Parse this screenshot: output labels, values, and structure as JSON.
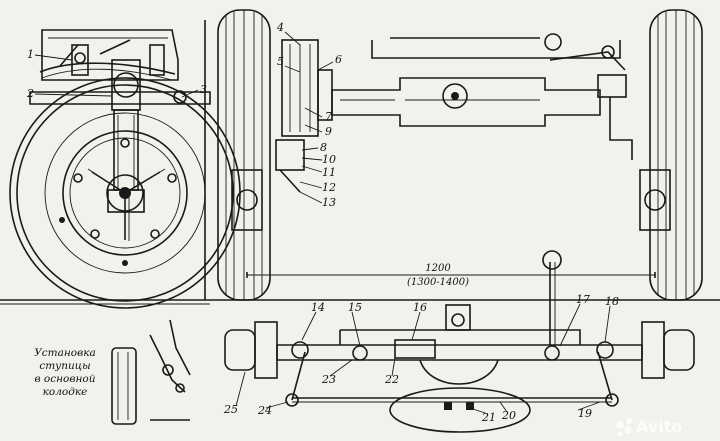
{
  "callouts": [
    {
      "n": "1"
    },
    {
      "n": "2"
    },
    {
      "n": "3"
    },
    {
      "n": "4"
    },
    {
      "n": "5"
    },
    {
      "n": "6"
    },
    {
      "n": "7"
    },
    {
      "n": "8"
    },
    {
      "n": "9"
    },
    {
      "n": "10"
    },
    {
      "n": "11"
    },
    {
      "n": "12"
    },
    {
      "n": "13"
    },
    {
      "n": "14"
    },
    {
      "n": "15"
    },
    {
      "n": "16"
    },
    {
      "n": "17"
    },
    {
      "n": "18"
    },
    {
      "n": "19"
    },
    {
      "n": "20"
    },
    {
      "n": "21"
    },
    {
      "n": "22"
    },
    {
      "n": "23"
    },
    {
      "n": "24"
    },
    {
      "n": "25"
    }
  ],
  "dimension": {
    "value": "1200",
    "range": "(1300-1400)"
  },
  "caption": {
    "line1": "Установка",
    "line2": "ступицы",
    "line3": "в основной",
    "line4": "колодке"
  },
  "watermark": {
    "text": "Avito",
    "icon": "avito-logo-icon"
  },
  "colors": {
    "background": "#f2f1ec",
    "ink": "#1a1a1a"
  }
}
